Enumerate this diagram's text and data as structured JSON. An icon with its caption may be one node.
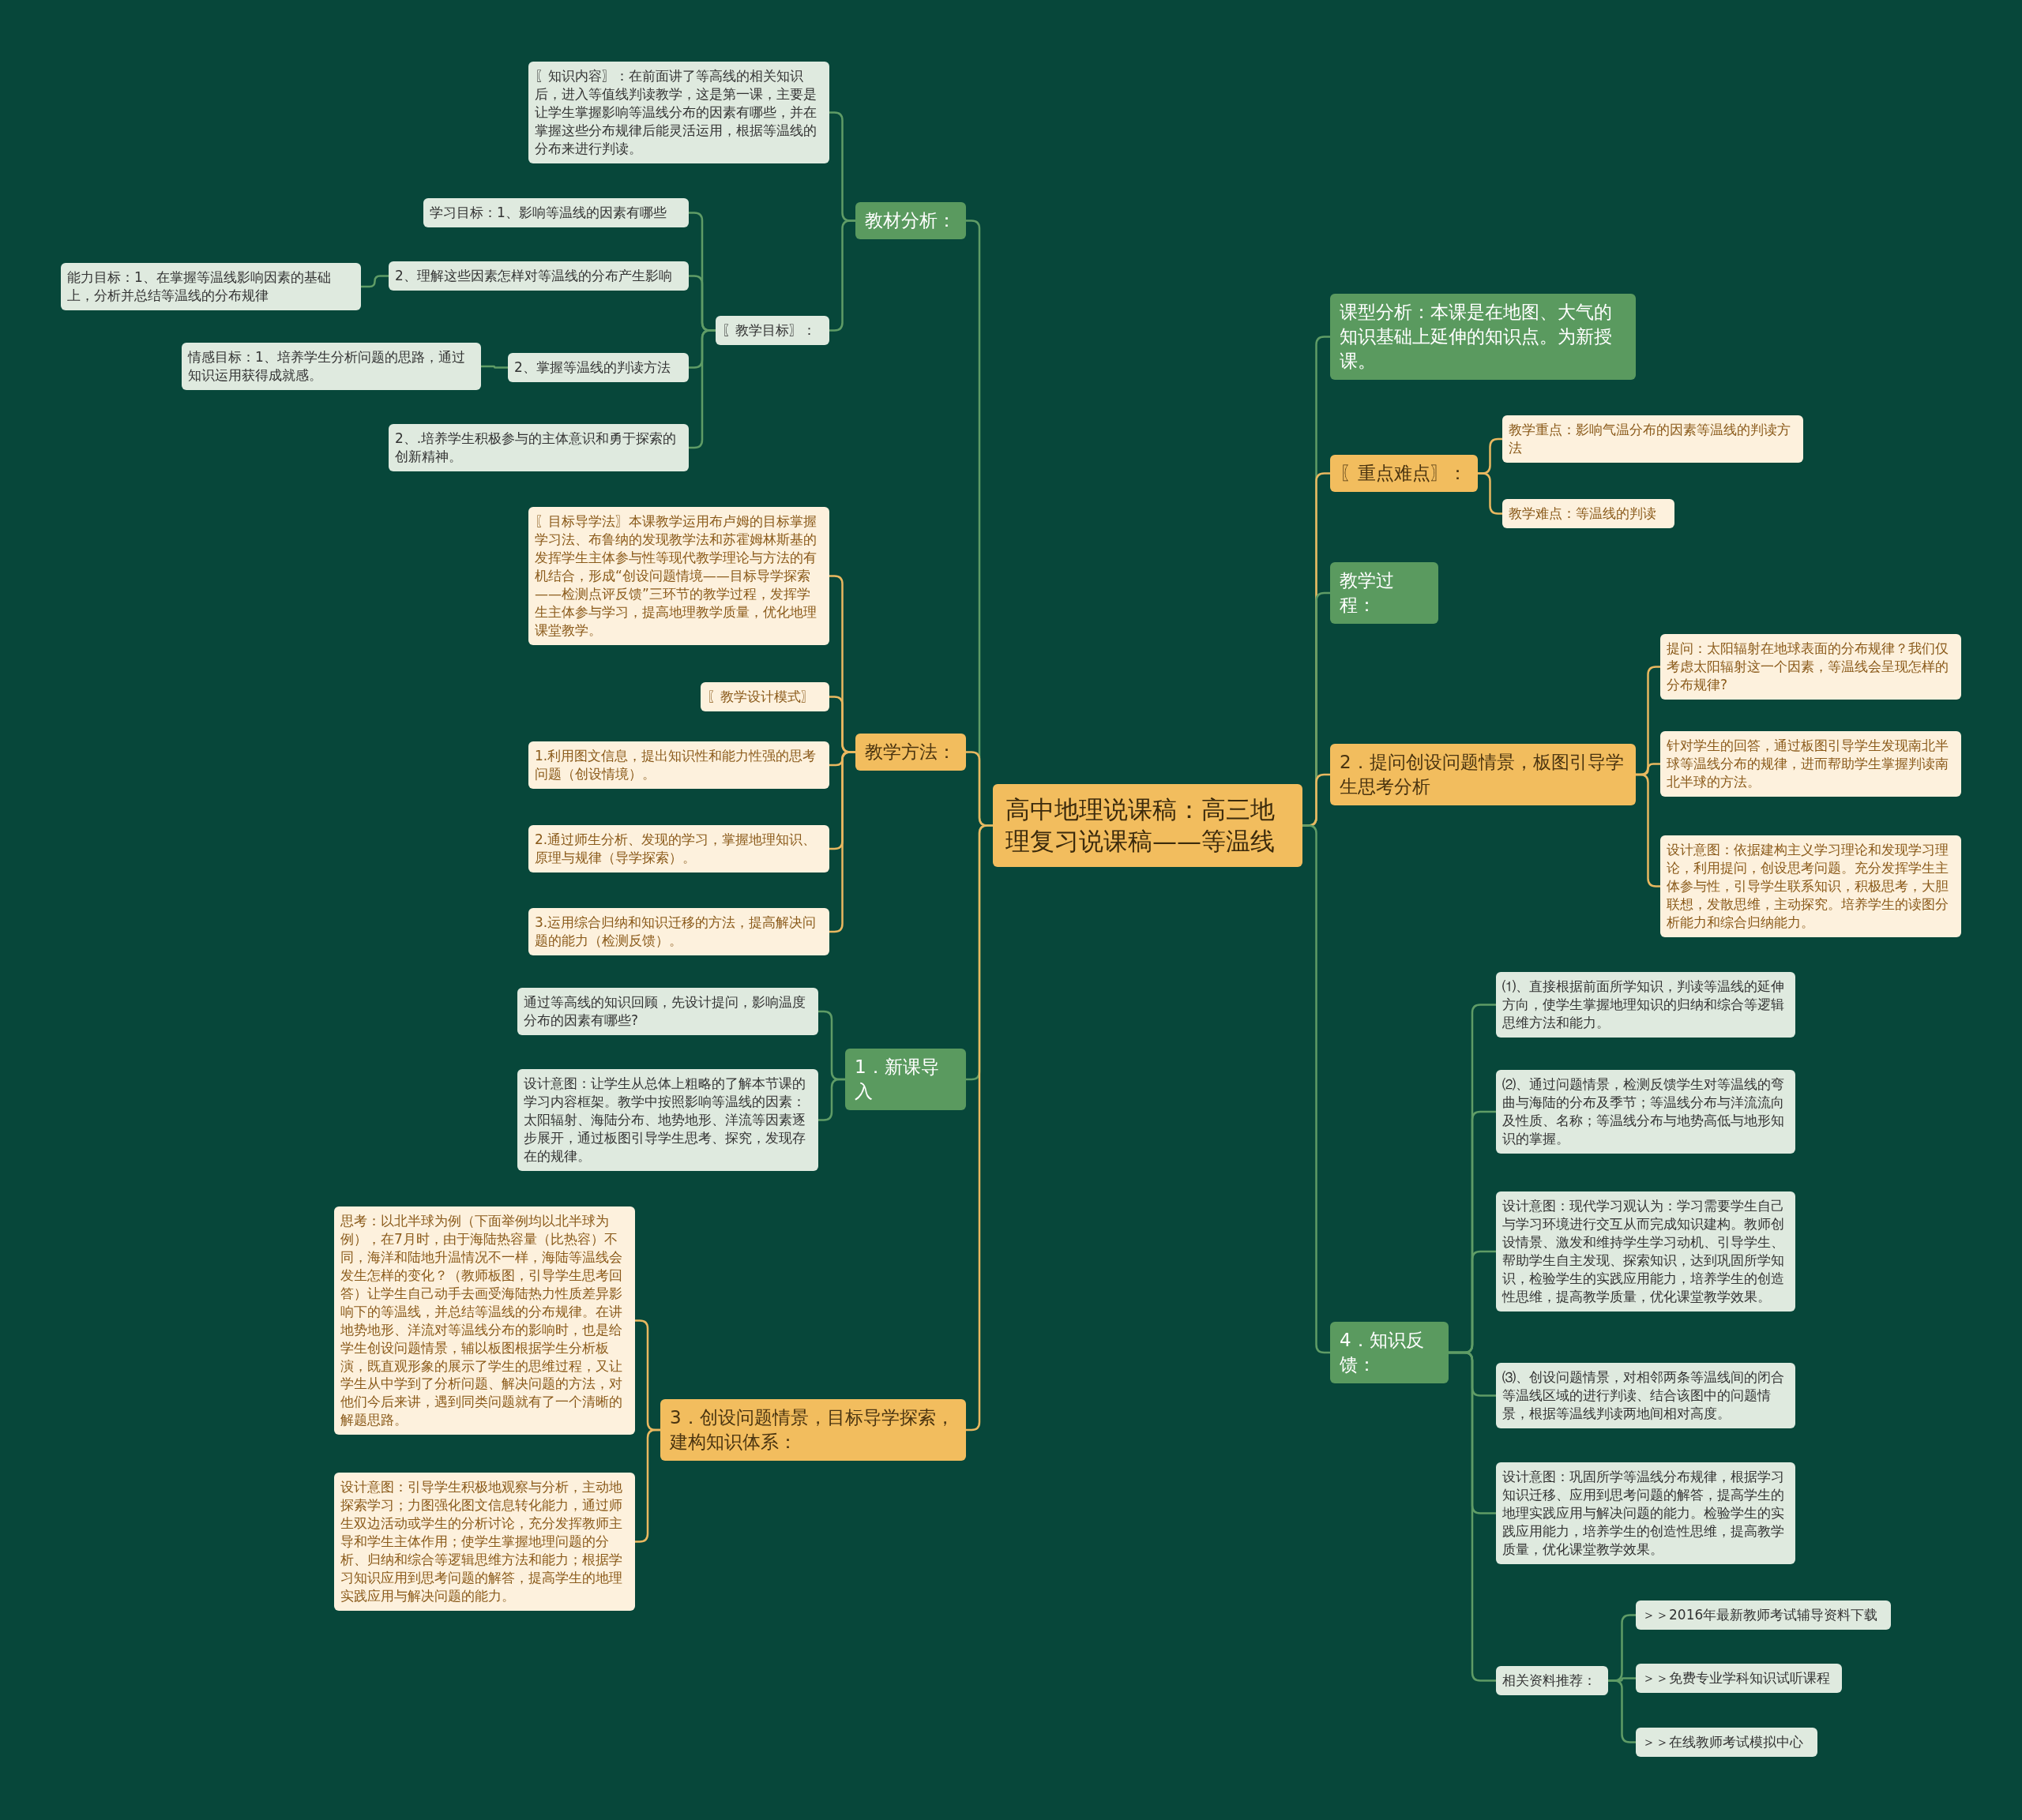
{
  "diagram": {
    "nodes": [
      {
        "text": [
          "高中地理说课稿：高三地理复习说课稿——等温线"
        ]
      },
      {
        "text": [
          "教材分析："
        ]
      },
      {
        "text": [
          "〖知识内容〗：在前面讲了等高线的相关知识后，进入等值线判读教学，这是第一课，主要是让学生掌握影响等温线分布的因素有哪些，并在掌握这些分布规律后能灵活运用，根据等温线的分布来进行判读。"
        ]
      },
      {
        "text": [
          "〖教学目标〗："
        ]
      },
      {
        "text": [
          "学习目标：1、影响等温线的因素有哪些"
        ]
      },
      {
        "text": [
          "2、理解这些因素怎样对等温线的分布产生影响"
        ]
      },
      {
        "text": [
          "能力目标：1、在掌握等温线影响因素的基础上，分析并总结等温线的分布规律"
        ]
      },
      {
        "text": [
          "2、掌握等温线的判读方法"
        ]
      },
      {
        "text": [
          "情感目标：1、培养学生分析问题的思路，通过知识运用获得成就感。"
        ]
      },
      {
        "text": [
          "2、.培养学生积极参与的主体意识和勇于探索的创新精神。"
        ]
      },
      {
        "text": [
          "教学方法："
        ]
      },
      {
        "text": [
          "〖目标导学法〗本课教学运用布卢姆的目标掌握学习法、布鲁纳的发现教学法和苏霍姆林斯基的发挥学生主体参与性等现代教学理论与方法的有机结合，形成“创设问题情境——目标导学探索——检测点评反馈”三环节的教学过程，发挥学生主体参与学习，提高地理教学质量，优化地理课堂教学。"
        ]
      },
      {
        "text": [
          "〖教学设计模式〗"
        ]
      },
      {
        "text": [
          "1.利用图文信息，提出知识性和能力性强的思考问题（创设情境）。"
        ]
      },
      {
        "text": [
          "2.通过师生分析、发现的学习，掌握地理知识、原理与规律（导学探索）。"
        ]
      },
      {
        "text": [
          "3.运用综合归纳和知识迁移的方法，提高解决问题的能力（检测反馈）。"
        ]
      },
      {
        "text": [
          "1．新课导入"
        ]
      },
      {
        "text": [
          "通过等高线的知识回顾，先设计提问，影响温度分布的因素有哪些?"
        ]
      },
      {
        "text": [
          "设计意图：让学生从总体上粗略的了解本节课的学习内容框架。教学中按照影响等温线的因素：太阳辐射、海陆分布、地势地形、洋流等因素逐步展开，通过板图引导学生思考、探究，发现存在的规律。"
        ]
      },
      {
        "text": [
          "3．创设问题情景，目标导学探索，建构知识体系："
        ]
      },
      {
        "text": [
          "思考：以北半球为例（下面举例均以北半球为例），在7月时，由于海陆热容量（比热容）不同，海洋和陆地升温情况不一样，海陆等温线会发生怎样的变化？（教师板图，引导学生思考回答）让学生自己动手去画受海陆热力性质差异影响下的等温线，并总结等温线的分布规律。在讲地势地形、洋流对等温线分布的影响时，也是给学生创设问题情景，辅以板图根据学生分析板演，既直观形象的展示了学生的思维过程，又让学生从中学到了分析问题、解决问题的方法，对他们今后来讲，遇到同类问题就有了一个清晰的解题思路。"
        ]
      },
      {
        "text": [
          "设计意图：引导学生积极地观察与分析，主动地探索学习；力图强化图文信息转化能力，通过师生双边活动或学生的分析讨论，充分发挥教师主导和学生主体作用；使学生掌握地理问题的分析、归纳和综合等逻辑思维方法和能力；根据学习知识应用到思考问题的解答，提高学生的地理实践应用与解决问题的能力。"
        ]
      },
      {
        "text": [
          "课型分析：本课是在地图、大气的知识基础上延伸的知识点。为新授课。"
        ]
      },
      {
        "text": [
          "〖重点难点〗："
        ]
      },
      {
        "text": [
          "教学重点：影响气温分布的因素等温线的判读方法"
        ]
      },
      {
        "text": [
          "教学难点：等温线的判读"
        ]
      },
      {
        "text": [
          "教学过程："
        ]
      },
      {
        "text": [
          "2．提问创设问题情景，板图引导学生思考分析"
        ]
      },
      {
        "text": [
          "提问：太阳辐射在地球表面的分布规律？我们仅考虑太阳辐射这一个因素，等温线会呈现怎样的分布规律?"
        ]
      },
      {
        "text": [
          "针对学生的回答，通过板图引导学生发现南北半球等温线分布的规律，进而帮助学生掌握判读南北半球的方法。"
        ]
      },
      {
        "text": [
          "设计意图：依据建构主义学习理论和发现学习理论，利用提问，创设思考问题。充分发挥学生主体参与性，引导学生联系知识，积极思考，大胆联想，发散思维，主动探究。培养学生的读图分析能力和综合归纳能力。"
        ]
      },
      {
        "text": [
          "4．知识反馈："
        ]
      },
      {
        "text": [
          "⑴、直接根据前面所学知识，判读等温线的延伸方向，使学生掌握地理知识的归纳和综合等逻辑思维方法和能力。"
        ]
      },
      {
        "text": [
          "⑵、通过问题情景，检测反馈学生对等温线的弯曲与海陆的分布及季节；等温线分布与洋流流向及性质、名称；等温线分布与地势高低与地形知识的掌握。"
        ]
      },
      {
        "text": [
          "设计意图：现代学习观认为：学习需要学生自己与学习环境进行交互从而完成知识建构。教师创设情景、激发和维持学生学习动机、引导学生、帮助学生自主发现、探索知识，达到巩固所学知识，检验学生的实践应用能力，培养学生的创造性思维，提高教学质量，优化课堂教学效果。"
        ]
      },
      {
        "text": [
          "⑶、创设问题情景，对相邻两条等温线间的闭合等温线区域的进行判读、结合该图中的问题情景，根据等温线判读两地间相对高度。"
        ]
      },
      {
        "text": [
          "设计意图：巩固所学等温线分布规律，根据学习知识迁移、应用到思考问题的解答，提高学生的地理实践应用与解决问题的能力。检验学生的实践应用能力，培养学生的创造性思维，提高教学质量，优化课堂教学效果。"
        ]
      },
      {
        "text": [
          "相关资料推荐："
        ]
      },
      {
        "text": [
          "＞＞2016年最新教师考试辅导资料下载"
        ]
      },
      {
        "text": [
          "＞＞免费专业学科知识试听课程"
        ]
      },
      {
        "text": [
          "＞＞在线教师考试模拟中心"
        ]
      }
    ],
    "edges": [
      {
        "from": 0,
        "to": 1,
        "arrow": "none"
      },
      {
        "from": 1,
        "to": 2,
        "arrow": "none"
      },
      {
        "from": 1,
        "to": 3,
        "arrow": "none"
      },
      {
        "from": 3,
        "to": 4,
        "arrow": "none"
      },
      {
        "from": 3,
        "to": 5,
        "arrow": "none"
      },
      {
        "from": 5,
        "to": 6,
        "arrow": "none"
      },
      {
        "from": 3,
        "to": 7,
        "arrow": "none"
      },
      {
        "from": 7,
        "to": 8,
        "arrow": "none"
      },
      {
        "from": 3,
        "to": 9,
        "arrow": "none"
      },
      {
        "from": 0,
        "to": 10,
        "arrow": "none",
        "color": "#e9b860"
      },
      {
        "from": 10,
        "to": 11,
        "arrow": "none",
        "color": "#e9b860"
      },
      {
        "from": 10,
        "to": 12,
        "arrow": "none",
        "color": "#e9b860"
      },
      {
        "from": 10,
        "to": 13,
        "arrow": "none",
        "color": "#e9b860"
      },
      {
        "from": 10,
        "to": 14,
        "arrow": "none",
        "color": "#e9b860"
      },
      {
        "from": 10,
        "to": 15,
        "arrow": "none",
        "color": "#e9b860"
      },
      {
        "from": 0,
        "to": 16,
        "arrow": "none"
      },
      {
        "from": 16,
        "to": 17,
        "arrow": "none"
      },
      {
        "from": 16,
        "to": 18,
        "arrow": "none"
      },
      {
        "from": 0,
        "to": 19,
        "arrow": "none",
        "color": "#e9b860"
      },
      {
        "from": 19,
        "to": 20,
        "arrow": "none",
        "color": "#e9b860"
      },
      {
        "from": 19,
        "to": 21,
        "arrow": "none",
        "color": "#e9b860"
      },
      {
        "from": 0,
        "to": 22,
        "arrow": "none"
      },
      {
        "from": 0,
        "to": 23,
        "arrow": "none",
        "color": "#e9b860"
      },
      {
        "from": 23,
        "to": 24,
        "arrow": "none",
        "color": "#e9b860"
      },
      {
        "from": 23,
        "to": 25,
        "arrow": "none",
        "color": "#e9b860"
      },
      {
        "from": 0,
        "to": 26,
        "arrow": "none"
      },
      {
        "from": 0,
        "to": 27,
        "arrow": "none",
        "color": "#e9b860"
      },
      {
        "from": 27,
        "to": 28,
        "arrow": "none",
        "color": "#e9b860"
      },
      {
        "from": 27,
        "to": 29,
        "arrow": "none",
        "color": "#e9b860"
      },
      {
        "from": 27,
        "to": 30,
        "arrow": "none",
        "color": "#e9b860"
      },
      {
        "from": 0,
        "to": 31,
        "arrow": "none"
      },
      {
        "from": 31,
        "to": 32,
        "arrow": "none"
      },
      {
        "from": 31,
        "to": 33,
        "arrow": "none"
      },
      {
        "from": 31,
        "to": 34,
        "arrow": "none"
      },
      {
        "from": 31,
        "to": 35,
        "arrow": "none"
      },
      {
        "from": 31,
        "to": 36,
        "arrow": "none"
      },
      {
        "from": 31,
        "to": 37,
        "arrow": "none"
      },
      {
        "from": 37,
        "to": 38,
        "arrow": "none"
      },
      {
        "from": 37,
        "to": 39,
        "arrow": "none"
      },
      {
        "from": 37,
        "to": 40,
        "arrow": "none"
      }
    ]
  }
}
